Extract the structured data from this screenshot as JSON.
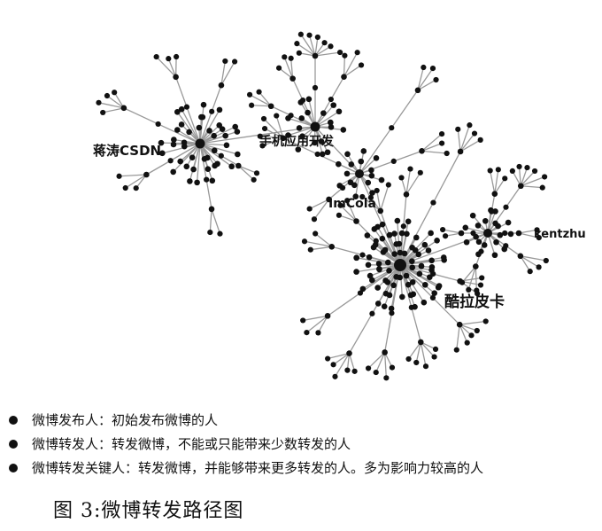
{
  "diagram": {
    "hubs": [
      {
        "id": "jiangtao",
        "label": "蒋涛CSDN"
      },
      {
        "id": "app",
        "label": "手机应用开发"
      },
      {
        "id": "imcola",
        "label": "ImCola"
      },
      {
        "id": "kula",
        "label": "酷拉皮卡"
      },
      {
        "id": "kentzhu",
        "label": "kentzhu"
      }
    ],
    "links": [
      [
        "jiangtao",
        "app"
      ],
      [
        "app",
        "imcola"
      ],
      [
        "imcola",
        "kula"
      ],
      [
        "kula",
        "kentzhu"
      ]
    ],
    "node_color": "#111111",
    "edge_color": "#999999"
  },
  "legend": [
    {
      "text": "微博发布人：初始发布微博的人"
    },
    {
      "text": "微博转发人：转发微博，不能或只能带来少数转发的人"
    },
    {
      "text": "微博转发关键人：转发微博，并能够带来更多转发的人。多为影响力较高的人"
    }
  ],
  "caption": "图 3:微博转发路径图"
}
